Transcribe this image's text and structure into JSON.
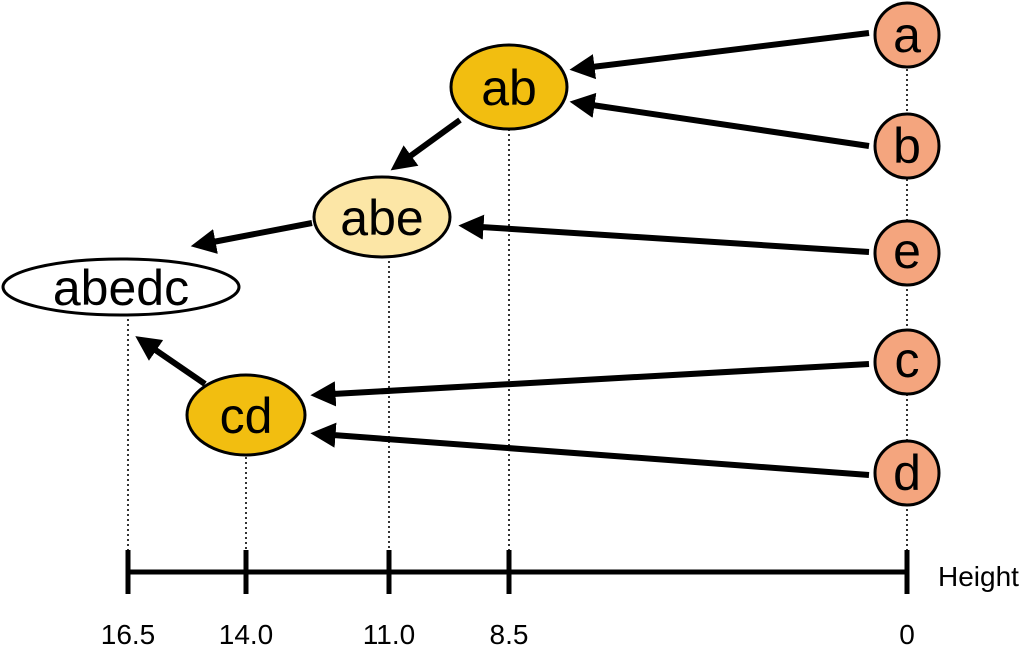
{
  "axis": {
    "title": "Height",
    "ticks": [
      {
        "id": "t165",
        "label": "16.5",
        "value": 16.5
      },
      {
        "id": "t140",
        "label": "14.0",
        "value": 14.0
      },
      {
        "id": "t110",
        "label": "11.0",
        "value": 11.0
      },
      {
        "id": "t85",
        "label": "8.5",
        "value": 8.5
      },
      {
        "id": "t0",
        "label": "0",
        "value": 0
      }
    ]
  },
  "nodes": [
    {
      "id": "a",
      "label": "a",
      "height": 0,
      "kind": "leaf",
      "color": "#F4A57E"
    },
    {
      "id": "b",
      "label": "b",
      "height": 0,
      "kind": "leaf",
      "color": "#F4A57E"
    },
    {
      "id": "e",
      "label": "e",
      "height": 0,
      "kind": "leaf",
      "color": "#F4A57E"
    },
    {
      "id": "c",
      "label": "c",
      "height": 0,
      "kind": "leaf",
      "color": "#F4A57E"
    },
    {
      "id": "d",
      "label": "d",
      "height": 0,
      "kind": "leaf",
      "color": "#F4A57E"
    },
    {
      "id": "ab",
      "label": "ab",
      "height": 8.5,
      "kind": "merge",
      "color": "#F2BE10"
    },
    {
      "id": "abe",
      "label": "abe",
      "height": 11.0,
      "kind": "merge",
      "color": "#FCE6A6"
    },
    {
      "id": "cd",
      "label": "cd",
      "height": 14.0,
      "kind": "merge",
      "color": "#F2BE10"
    },
    {
      "id": "abedc",
      "label": "abedc",
      "height": 16.5,
      "kind": "root",
      "color": "#FFFFFF"
    }
  ],
  "edges": [
    {
      "from": "a",
      "to": "ab"
    },
    {
      "from": "b",
      "to": "ab"
    },
    {
      "from": "ab",
      "to": "abe"
    },
    {
      "from": "e",
      "to": "abe"
    },
    {
      "from": "abe",
      "to": "abedc"
    },
    {
      "from": "c",
      "to": "cd"
    },
    {
      "from": "d",
      "to": "cd"
    },
    {
      "from": "cd",
      "to": "abedc"
    }
  ]
}
